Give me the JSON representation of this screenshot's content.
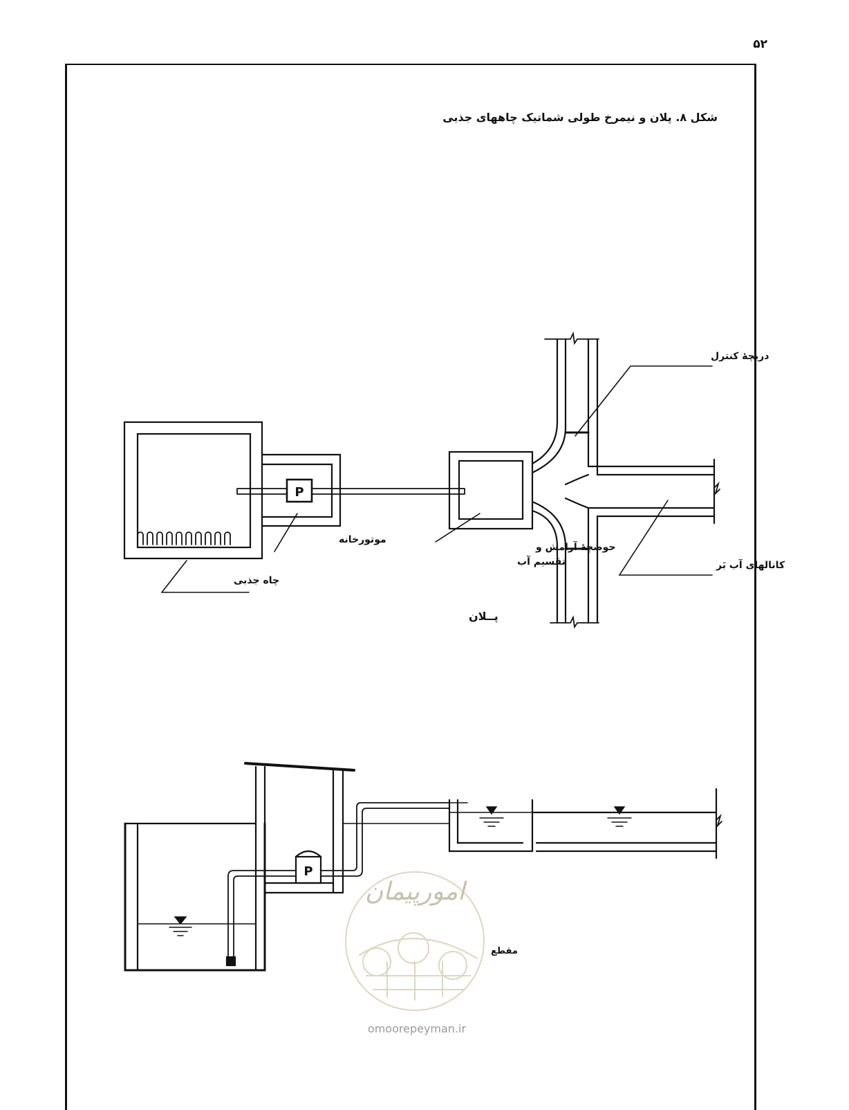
{
  "page_number": "۵۲",
  "caption": "شکل ۸. پلان و نیمرخ طولی شماتیک چاههای جذبی",
  "plan": {
    "title": "پــلان",
    "labels": {
      "control_gate": "دریچه‌ٔ کنترل",
      "motor_house": "موتورخانه",
      "absorption_well": "چاه جذبی",
      "basin_line1": "حوضچه‌ٔ آرامش و",
      "basin_line2": "تقسیم آب",
      "water_channels": "کانالهای آب بَر",
      "pump": "P"
    }
  },
  "profile": {
    "labels": {
      "pump": "P"
    }
  },
  "watermark": {
    "text": "امورپیمان",
    "sub": "مقطع",
    "url": "omoorepeyman.ir"
  }
}
